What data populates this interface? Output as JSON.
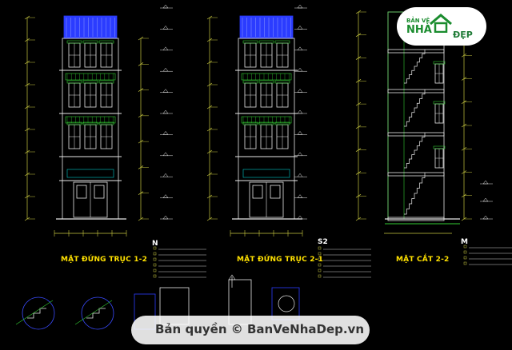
{
  "drawings": {
    "elevation_1": {
      "title": "MẶT ĐỨNG TRỤC 1-2",
      "label": "N"
    },
    "elevation_2": {
      "title": "MẶT ĐỨNG TRỤC 2-1",
      "label": "S2"
    },
    "section": {
      "title": "MẶT CẮT 2-2",
      "label": "M"
    }
  },
  "logo": {
    "top_text": "BẢN VẼ",
    "main_text": "NHÀ",
    "dep_text": "ĐẸP"
  },
  "watermark": {
    "text": "Bản quyền © BanVeNhaDep.vn"
  },
  "colors": {
    "background": "#000000",
    "line": "#e8e8e8",
    "dim": "#c8c840",
    "roof": "#2b3cff",
    "title": "#ffe100",
    "green": "#33cc33",
    "cyan": "#00c8c8"
  }
}
